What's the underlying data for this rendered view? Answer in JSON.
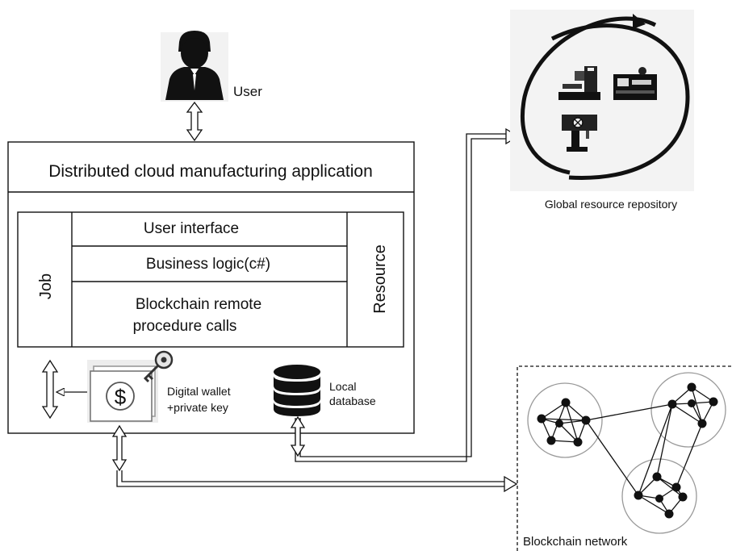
{
  "user_label": "User",
  "app": {
    "title": "Distributed cloud manufacturing application",
    "layers": [
      "User interface",
      "Business logic(c#)",
      "Blockchain remote",
      "procedure calls"
    ],
    "job_label": "Job",
    "resource_label": "Resource"
  },
  "wallet": {
    "line1": "Digital wallet",
    "line2": "+private key",
    "currency_symbol": "$"
  },
  "database": {
    "line1": "Local",
    "line2": "database"
  },
  "repository_label": "Global resource repository",
  "network_label": "Blockchain network",
  "icons": [
    "user-icon",
    "wallet-icon",
    "key-icon",
    "database-icon",
    "cnc-machine-icon",
    "lathe-icon",
    "drill-press-icon"
  ]
}
